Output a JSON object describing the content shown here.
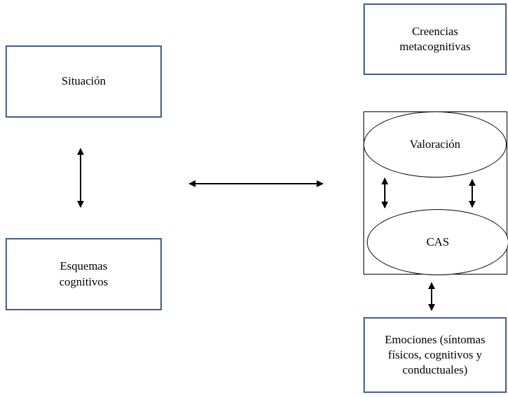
{
  "nodes": {
    "situacion": "Situación",
    "esquemas": "Esquemas\ncognitivos",
    "creencias": "Creencias\nmetacognitivas",
    "valoracion": "Valoración",
    "cas": "CAS",
    "emociones": "Emociones (síntomas\nfísicos, cognitivos y\nconductuales)"
  },
  "colors": {
    "box_border": "#41598b",
    "arrow": "#000000"
  }
}
